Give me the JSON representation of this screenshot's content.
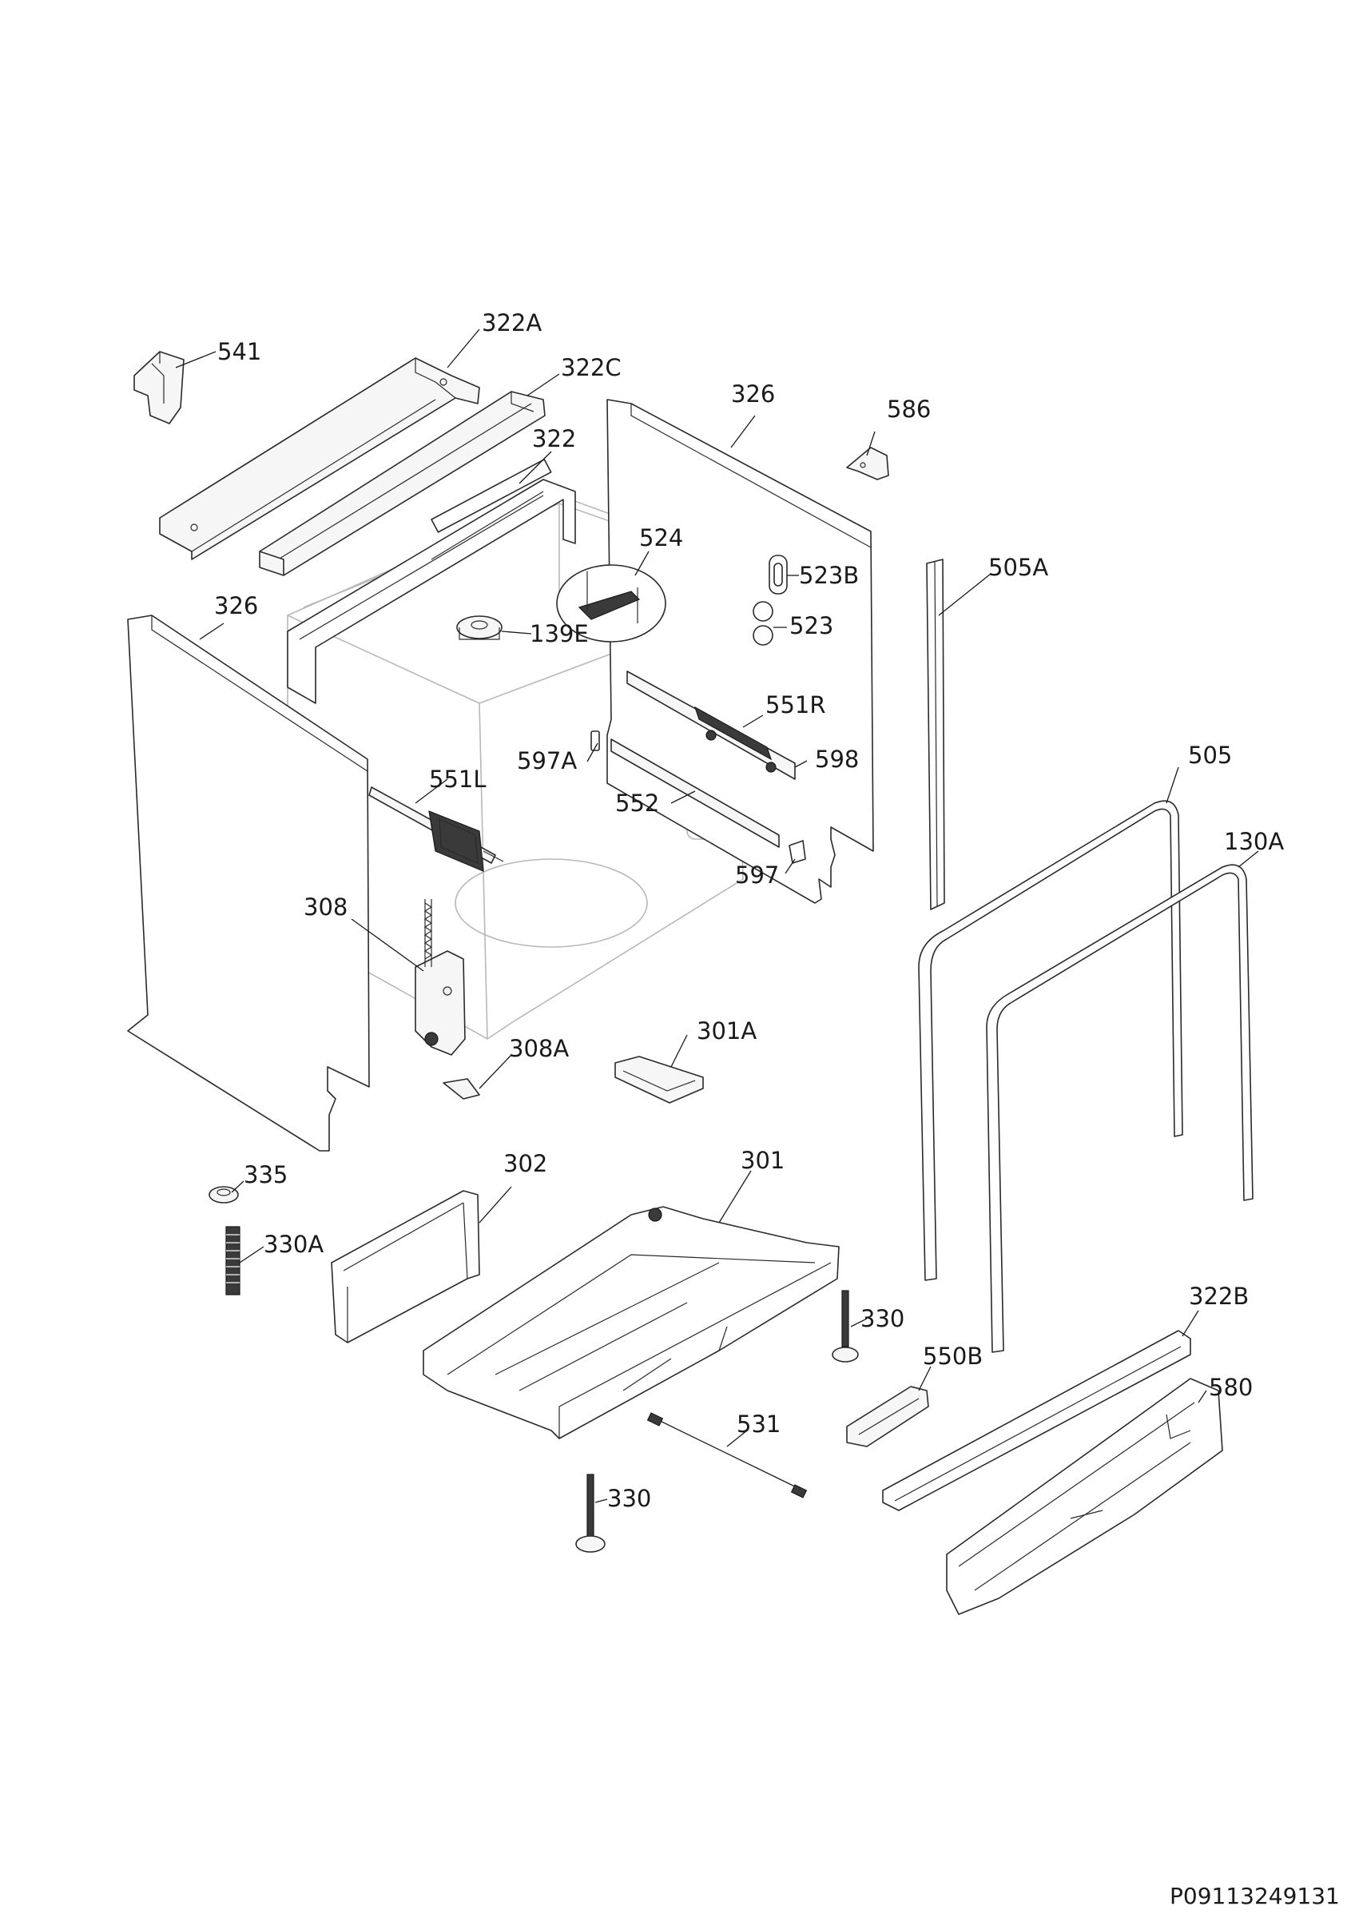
{
  "document_number": "P09113249131",
  "labels": {
    "l541": "541",
    "l322A": "322A",
    "l322C": "322C",
    "l322": "322",
    "l326_top": "326",
    "l586": "586",
    "l524": "524",
    "l523B": "523B",
    "l523": "523",
    "l505A": "505A",
    "l139E": "139E",
    "l326_left": "326",
    "l551R": "551R",
    "l597A": "597A",
    "l598": "598",
    "l505": "505",
    "l551L": "551L",
    "l552": "552",
    "l130A": "130A",
    "l597": "597",
    "l308": "308",
    "l308A": "308A",
    "l301A": "301A",
    "l335": "335",
    "l302": "302",
    "l301": "301",
    "l330A": "330A",
    "l330_right": "330",
    "l322B": "322B",
    "l550B": "550B",
    "l580": "580",
    "l531": "531",
    "l330_bottom": "330"
  }
}
